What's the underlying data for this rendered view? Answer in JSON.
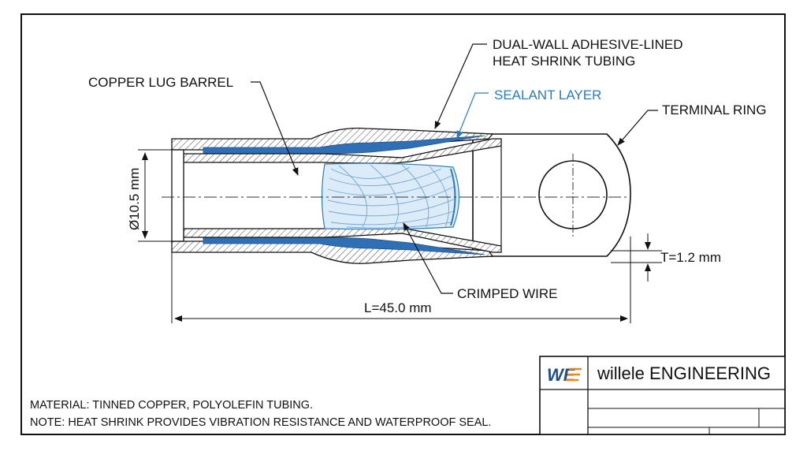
{
  "labels": {
    "outer_tube_line1": "DUAL-WALL ADHESIVE-LINED",
    "outer_tube_line2": "HEAT SHRINK TUBING",
    "sealant": "SEALANT LAYER",
    "barrel": "COPPER LUG BARREL",
    "ring": "TERMINAL RING",
    "wire": "CRIMPED WIRE"
  },
  "dimensions": {
    "diameter": "Ø10.5 mm",
    "thickness": "T=1.2 mm",
    "length": "L=45.0 mm"
  },
  "notes": {
    "material": "MATERIAL: TINNED COPPER, POLYOLEFIN TUBING.",
    "note": "NOTE: HEAT SHRINK PROVIDES VIBRATION RESISTANCE AND WATERPROOF SEAL."
  },
  "title_block": {
    "logo_text": "WE",
    "company": "willele ENGINEERING"
  },
  "colors": {
    "sealant_blue": "#2f6fb6",
    "label_blue": "#2a7bc0",
    "wire_blue": "#9cc6ea",
    "line": "#111111"
  }
}
